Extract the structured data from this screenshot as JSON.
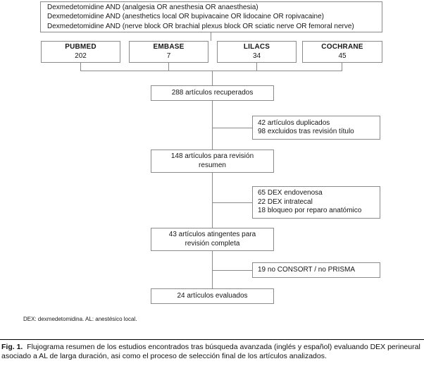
{
  "query": {
    "lines": [
      "Dexmedetomidine AND (analgesia OR anesthesia OR anaesthesia)",
      "Dexmedetomidine AND (anesthetics local OR bupivacaine OR lidocaine OR ropivacaine)",
      "Dexmedetomidine AND (nerve block OR brachial plexus block OR sciatic nerve OR femoral nerve)"
    ]
  },
  "databases": [
    {
      "name": "PUBMED",
      "count": "202"
    },
    {
      "name": "EMBASE",
      "count": "7"
    },
    {
      "name": "LILACS",
      "count": "34"
    },
    {
      "name": "COCHRANE",
      "count": "45"
    }
  ],
  "flow": {
    "retrieved": {
      "line1": "288 artículos recuperados"
    },
    "abstract": {
      "line1": "148 artículos para revisión",
      "line2": "resumen"
    },
    "fulltext": {
      "line1": "43 artículos atingentes para",
      "line2": "revisión completa"
    },
    "evaluated": {
      "line1": "24 artículos evaluados"
    }
  },
  "exclusions": {
    "stage1": {
      "line1": "42 artículos duplicados",
      "line2": "98 excluidos tras revisión título"
    },
    "stage2": {
      "line1": "65 DEX endovenosa",
      "line2": "22 DEX intratecal",
      "line3": "18 bloqueo por reparo anatómico"
    },
    "stage3": {
      "line1": "19 no CONSORT / no PRISMA"
    }
  },
  "footnote": "DEX: dexmedetomidina. AL: anestésico local.",
  "caption": {
    "label": "Fig. 1.",
    "text": "Flujograma resumen de los estudios encontrados tras búsqueda avanzada (inglés y español) evaluando DEX perineural asociado a AL de larga duración, asi como el proceso de selección final de los artículos analizados."
  },
  "colors": {
    "box_border": "#8a8a8a",
    "text": "#171717",
    "rule": "#000000",
    "background": "#ffffff"
  }
}
